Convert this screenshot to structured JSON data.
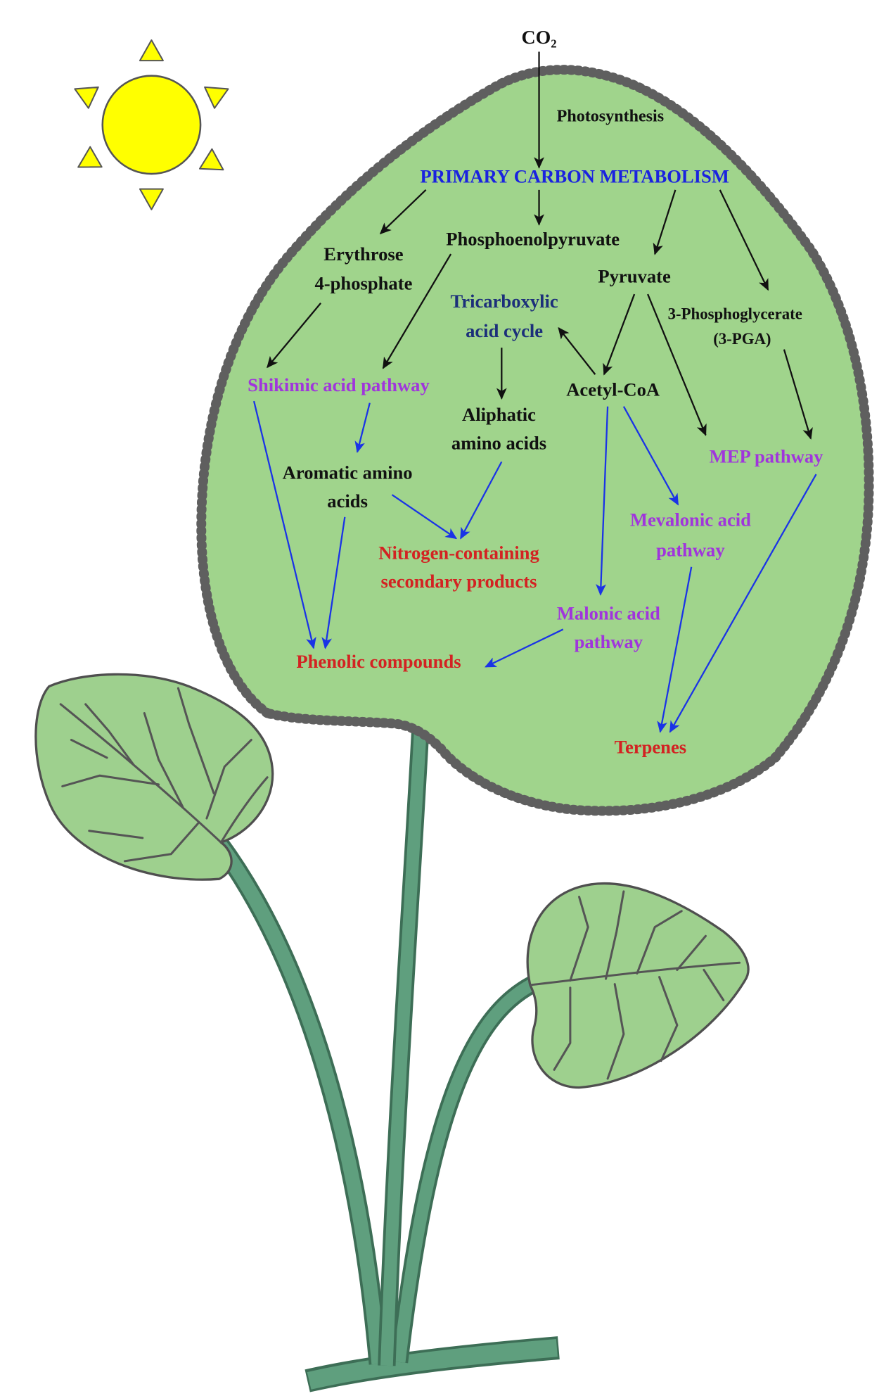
{
  "co2": "CO₂",
  "process": "Photosynthesis",
  "hub": "PRIMARY CARBON METABOLISM",
  "precursors": {
    "erythrose": [
      "Erythrose",
      "4-phosphate"
    ],
    "pep": "Phosphoenolpyruvate",
    "pyruvate": "Pyruvate",
    "pga": [
      "3-Phosphoglycerate",
      "(3-PGA)"
    ],
    "tca": [
      "Tricarboxylic",
      "acid cycle"
    ],
    "acetyl_coa": "Acetyl-CoA",
    "aliphatic_amino_acids": [
      "Aliphatic",
      "amino acids"
    ],
    "aromatic_amino_acids": [
      "Aromatic amino",
      "acids"
    ]
  },
  "pathways": {
    "shikimic": "Shikimic acid pathway",
    "mep": "MEP pathway",
    "mevalonic": [
      "Mevalonic acid",
      "pathway"
    ],
    "malonic": [
      "Malonic acid",
      "pathway"
    ]
  },
  "products": {
    "nitrogen": [
      "Nitrogen-containing",
      "secondary products"
    ],
    "phenolic": "Phenolic compounds",
    "terpenes": "Terpenes"
  },
  "colors": {
    "plain_text": "#111111",
    "hub_text": "#1a22e0",
    "cycle_text": "#1c2f7a",
    "pathway_text": "#a035dc",
    "product_text": "#d32222",
    "black_arrow": "#111111",
    "blue_arrow": "#1a33e6",
    "leaf_fill": "#a0d48c",
    "small_leaf_fill": "#9ed08e",
    "leaf_border": "#5f5f5f",
    "stem": "#5f9f7e",
    "sun": "#ffff00"
  }
}
